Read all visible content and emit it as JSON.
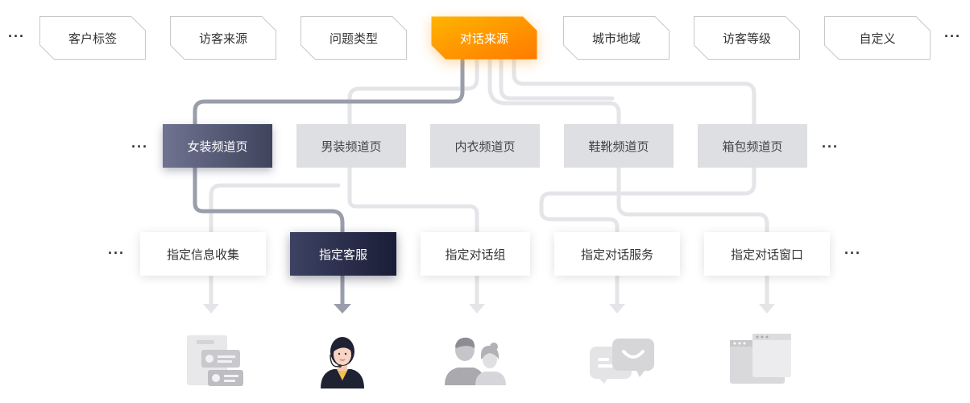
{
  "more_glyph": "···",
  "colors": {
    "accent_start": "#ffb400",
    "accent_end": "#ff7a00",
    "active_line": "#9a9eab",
    "idle_line": "#e4e5e8"
  },
  "top_row": [
    {
      "label": "客户标签",
      "active": false
    },
    {
      "label": "访客来源",
      "active": false
    },
    {
      "label": "问题类型",
      "active": false
    },
    {
      "label": "对话来源",
      "active": true
    },
    {
      "label": "城市地域",
      "active": false
    },
    {
      "label": "访客等级",
      "active": false
    },
    {
      "label": "自定义",
      "active": false
    }
  ],
  "mid_row": [
    {
      "label": "女装频道页",
      "active": true
    },
    {
      "label": "男装频道页",
      "active": false
    },
    {
      "label": "内衣频道页",
      "active": false
    },
    {
      "label": "鞋靴频道页",
      "active": false
    },
    {
      "label": "箱包频道页",
      "active": false
    }
  ],
  "bottom_row": [
    {
      "label": "指定信息收集",
      "active": false,
      "icon": "info-card-icon"
    },
    {
      "label": "指定客服",
      "active": true,
      "icon": "customer-service-agent-icon"
    },
    {
      "label": "指定对话组",
      "active": false,
      "icon": "user-group-icon"
    },
    {
      "label": "指定对话服务",
      "active": false,
      "icon": "chat-bubbles-icon"
    },
    {
      "label": "指定对话窗口",
      "active": false,
      "icon": "browser-window-icon"
    }
  ]
}
